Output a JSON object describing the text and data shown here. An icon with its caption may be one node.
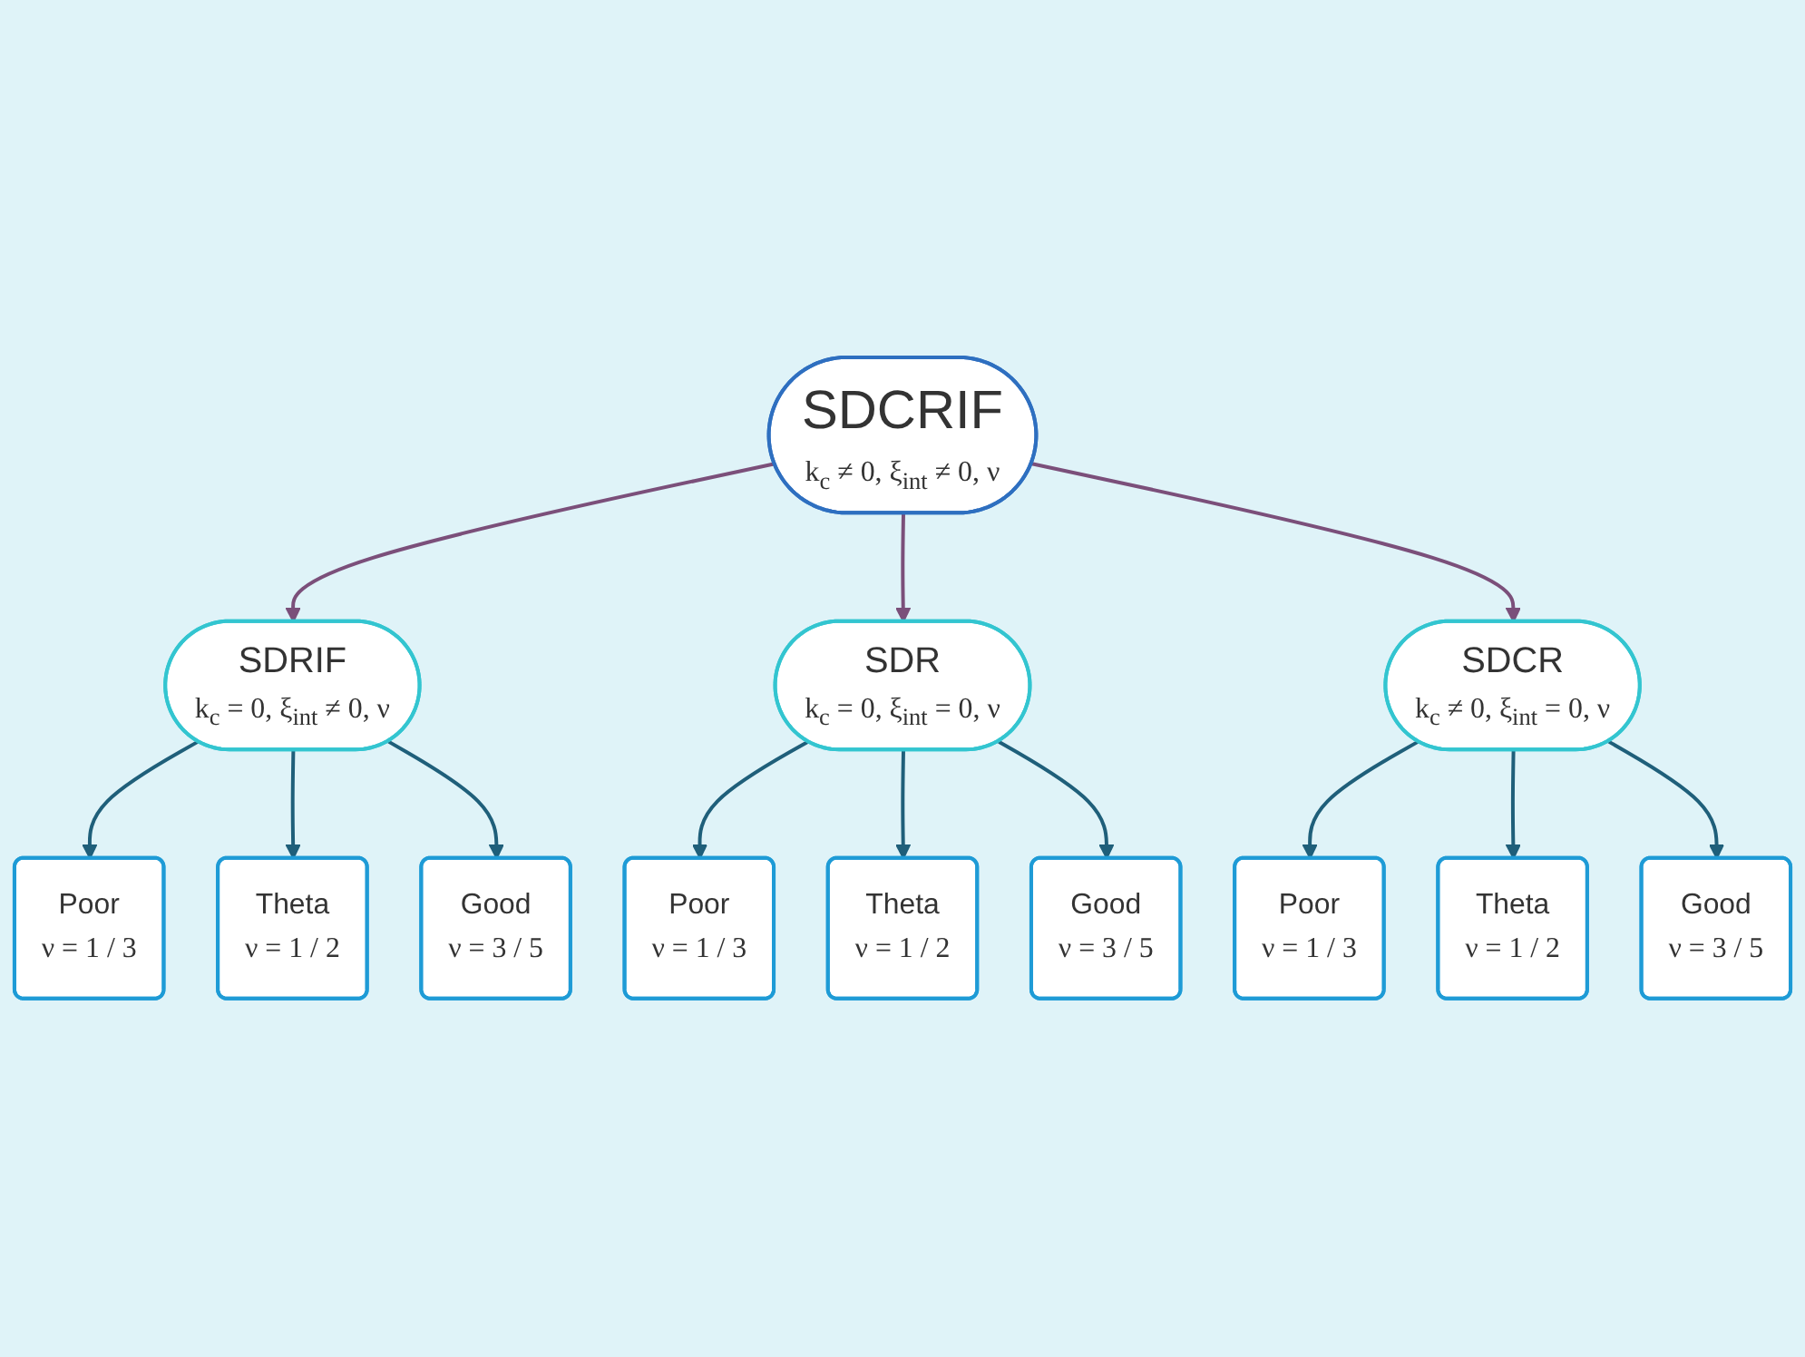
{
  "diagram": {
    "nodes": [
      {
        "text": [
          "SDCRIF",
          "k$_{c}$ ≠ 0, ξ$_{int}$ ≠ 0, ν"
        ]
      },
      {
        "text": [
          "SDRIF",
          "k$_{c}$ = 0, ξ$_{int}$ ≠ 0, ν"
        ]
      },
      {
        "text": [
          "SDR",
          "k$_{c}$ = 0, ξ$_{int}$ = 0, ν"
        ]
      },
      {
        "text": [
          "SDCR",
          "k$_{c}$ ≠ 0, ξ$_{int}$ = 0, ν"
        ]
      },
      {
        "text": [
          "Poor",
          "ν = 1 / 3"
        ]
      },
      {
        "text": [
          "Theta",
          "ν = 1 / 2"
        ]
      },
      {
        "text": [
          "Good",
          "ν = 3 / 5"
        ]
      },
      {
        "text": [
          "Poor",
          "ν = 1 / 3"
        ]
      },
      {
        "text": [
          "Theta",
          "ν = 1 / 2"
        ]
      },
      {
        "text": [
          "Good",
          "ν = 3 / 5"
        ]
      },
      {
        "text": [
          "Poor",
          "ν = 1 / 3"
        ]
      },
      {
        "text": [
          "Theta",
          "ν = 1 / 2"
        ]
      },
      {
        "text": [
          "Good",
          "ν = 3 / 5"
        ]
      }
    ],
    "edges": [
      {
        "from": 0,
        "to": 1,
        "arrow": "to",
        "color": "#7b4f7a"
      },
      {
        "from": 0,
        "to": 2,
        "arrow": "to",
        "color": "#7b4f7a"
      },
      {
        "from": 0,
        "to": 3,
        "arrow": "to",
        "color": "#7b4f7a"
      },
      {
        "from": 1,
        "to": 4,
        "arrow": "to"
      },
      {
        "from": 1,
        "to": 5,
        "arrow": "to"
      },
      {
        "from": 1,
        "to": 6,
        "arrow": "to"
      },
      {
        "from": 2,
        "to": 7,
        "arrow": "to"
      },
      {
        "from": 2,
        "to": 8,
        "arrow": "to"
      },
      {
        "from": 2,
        "to": 9,
        "arrow": "to"
      },
      {
        "from": 3,
        "to": 10,
        "arrow": "to"
      },
      {
        "from": 3,
        "to": 11,
        "arrow": "to"
      },
      {
        "from": 3,
        "to": 12,
        "arrow": "to"
      }
    ]
  }
}
